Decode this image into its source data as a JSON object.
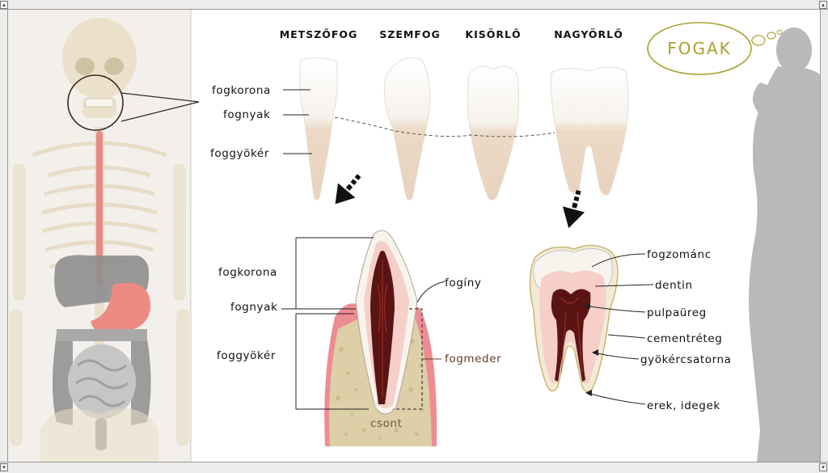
{
  "title": "FOGAK",
  "tooth_types": [
    {
      "name": "METSZŐFOG"
    },
    {
      "name": "SZEMFOG"
    },
    {
      "name": "KISÖRLŐ"
    },
    {
      "name": "NAGYÖRLŐ"
    }
  ],
  "top_labels": {
    "crown": "fogkorona",
    "neck": "fognyak",
    "root": "foggyökér"
  },
  "section_labels": {
    "crown": "fogkorona",
    "neck": "fognyak",
    "root": "foggyökér",
    "gum": "fogíny",
    "socket": "fogmeder",
    "bone": "csont"
  },
  "molar_labels": {
    "enamel": "fogzománc",
    "dentin": "dentin",
    "pulp": "pulpaüreg",
    "cementum": "cementréteg",
    "canal": "gyökércsatorna",
    "vessels": "erek, idegek"
  },
  "colors": {
    "gum": "#ee8c93",
    "bone": "#ddcfa7",
    "pulp": "#5a1414",
    "dentin": "#f5cfc8",
    "enamel": "#f7f4ee",
    "root": "#ead8c3",
    "title_accent": "#a8a030",
    "silhouette": "#b9b9b9",
    "socket_label": "#6a3a2a"
  }
}
